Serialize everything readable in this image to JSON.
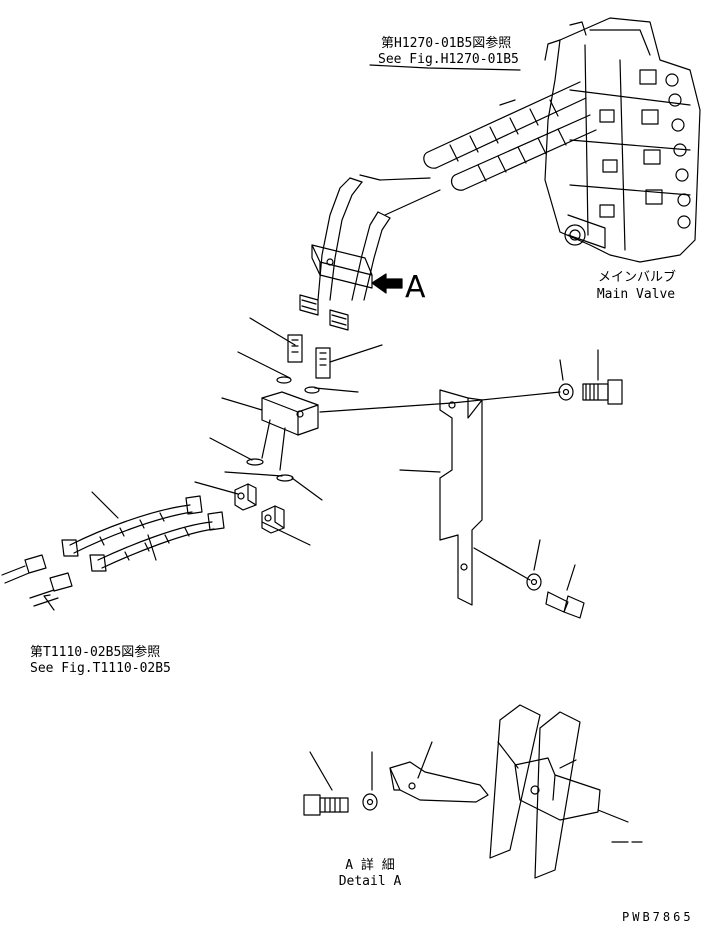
{
  "refs": {
    "top_ref_jp": "第H1270-01B5図参照",
    "top_ref_en": "See Fig.H1270-01B5",
    "bottom_ref_jp": "第T1110-02B5図参照",
    "bottom_ref_en": "See Fig.T1110-02B5"
  },
  "main_valve": {
    "label_jp": "メインバルブ",
    "label_en": "Main Valve"
  },
  "view_marker": "A",
  "detail": {
    "label_jp": "A 詳 細",
    "label_en": "Detail A"
  },
  "drawing_code": "PWB7865"
}
